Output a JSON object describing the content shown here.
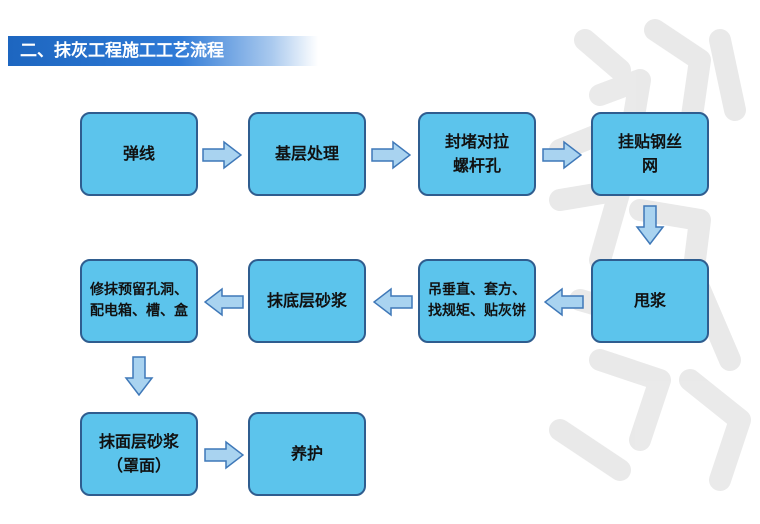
{
  "header": {
    "title": "二、抹灰工程施工工艺流程"
  },
  "flow": {
    "steps": [
      "弹线",
      "基层处理",
      "封堵对拉螺杆孔",
      "挂贴钢丝网",
      "甩浆",
      "吊垂直、套方、找规矩、贴灰饼",
      "抹底层砂浆",
      "修抹预留孔洞、配电箱、槽、盒",
      "抹面层砂浆（罩面）",
      "养护"
    ]
  },
  "colors": {
    "box_fill": "#5cc4ec",
    "box_border": "#2f5d8f",
    "arrow_fill": "#a9d3f0",
    "arrow_stroke": "#3f78b8",
    "title_bar": "#1d66c0"
  }
}
